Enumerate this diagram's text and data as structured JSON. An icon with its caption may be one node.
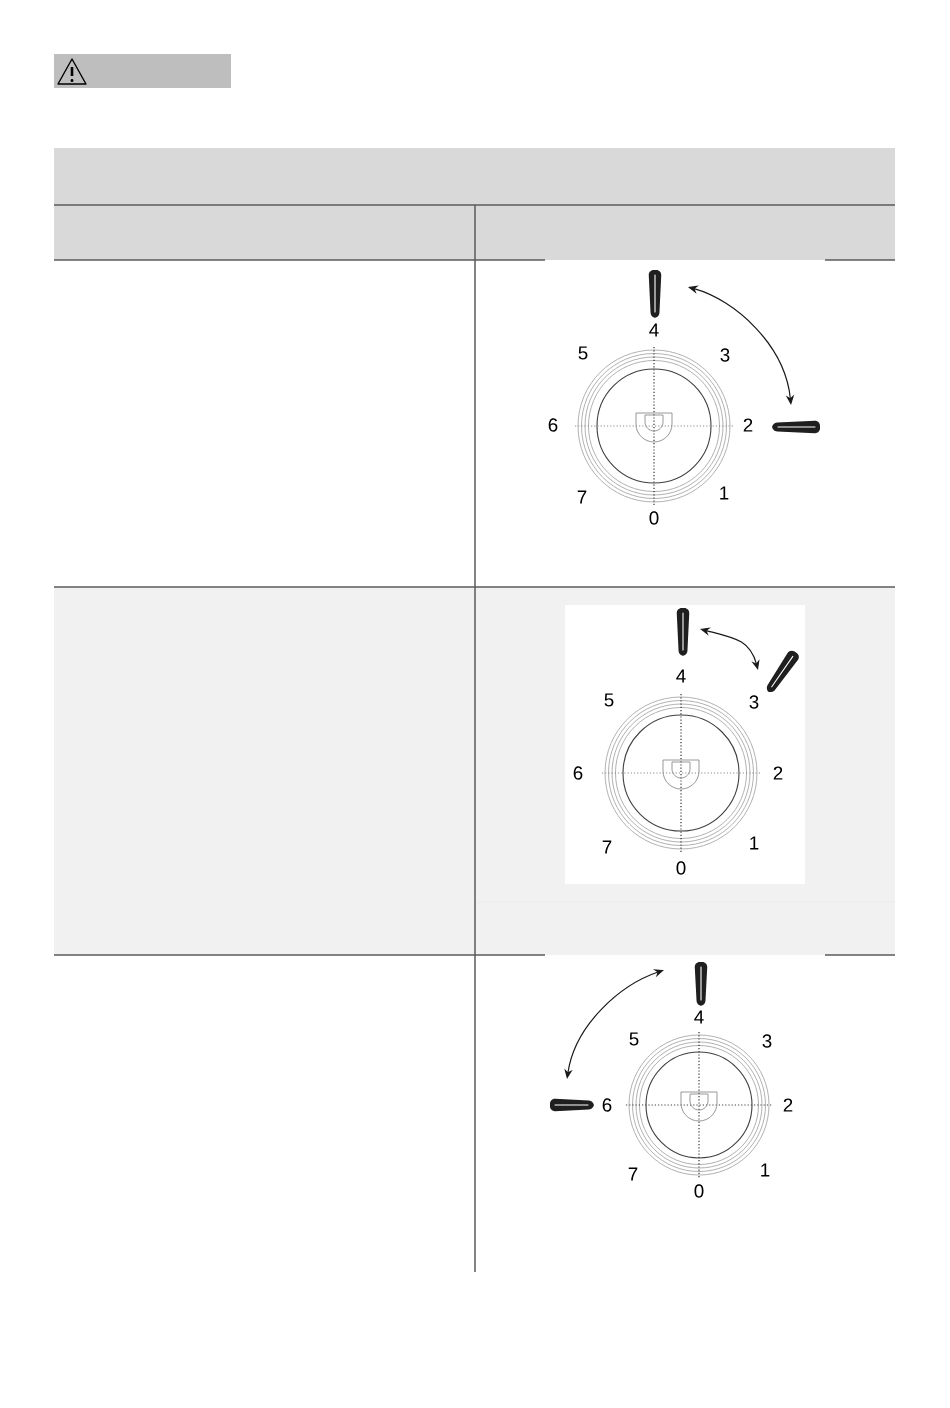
{
  "diagram": {
    "labels": [
      "4",
      "5",
      "3",
      "6",
      "2",
      "7",
      "1",
      "0",
      "4",
      "5",
      "3",
      "6",
      "2",
      "7",
      "1",
      "0",
      "4",
      "5",
      "3",
      "6",
      "2",
      "7",
      "1",
      "0"
    ]
  }
}
